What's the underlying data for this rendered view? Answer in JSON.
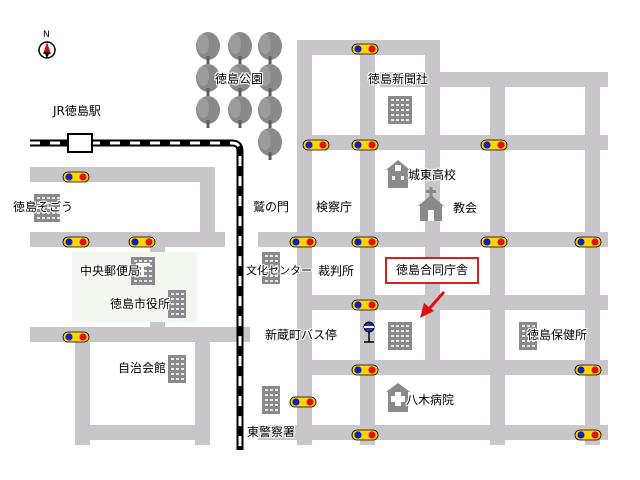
{
  "map": {
    "compass": {
      "letter": "N",
      "icon": "north-arrow-icon"
    },
    "colors": {
      "road": "#c8c6ca",
      "rail_dark": "#000000",
      "rail_light": "#ffffff",
      "signal_yellow": "#ffd400",
      "signal_blue": "#1020c0",
      "signal_red": "#e01010",
      "highlight": "#d42020"
    },
    "labels": {
      "jr_station": "JR徳島駅",
      "tokushima_park": "徳島公園",
      "shinbun": "徳島新聞社",
      "johto_high": "城東高校",
      "church": "教会",
      "sogo": "徳島そごう",
      "washi_gate": "鷲の門",
      "prosecutors": "検察庁",
      "culture_center": "文化センター",
      "court": "裁判所",
      "target_building": "徳島合同庁舎",
      "post_office": "中央郵便局",
      "city_hall": "徳島市役所",
      "bus_stop": "新蔵町バス停",
      "health_center": "徳島保健所",
      "jichi_kaikan": "自治会館",
      "yagi_hospital": "八木病院",
      "east_police": "東警察署"
    }
  }
}
